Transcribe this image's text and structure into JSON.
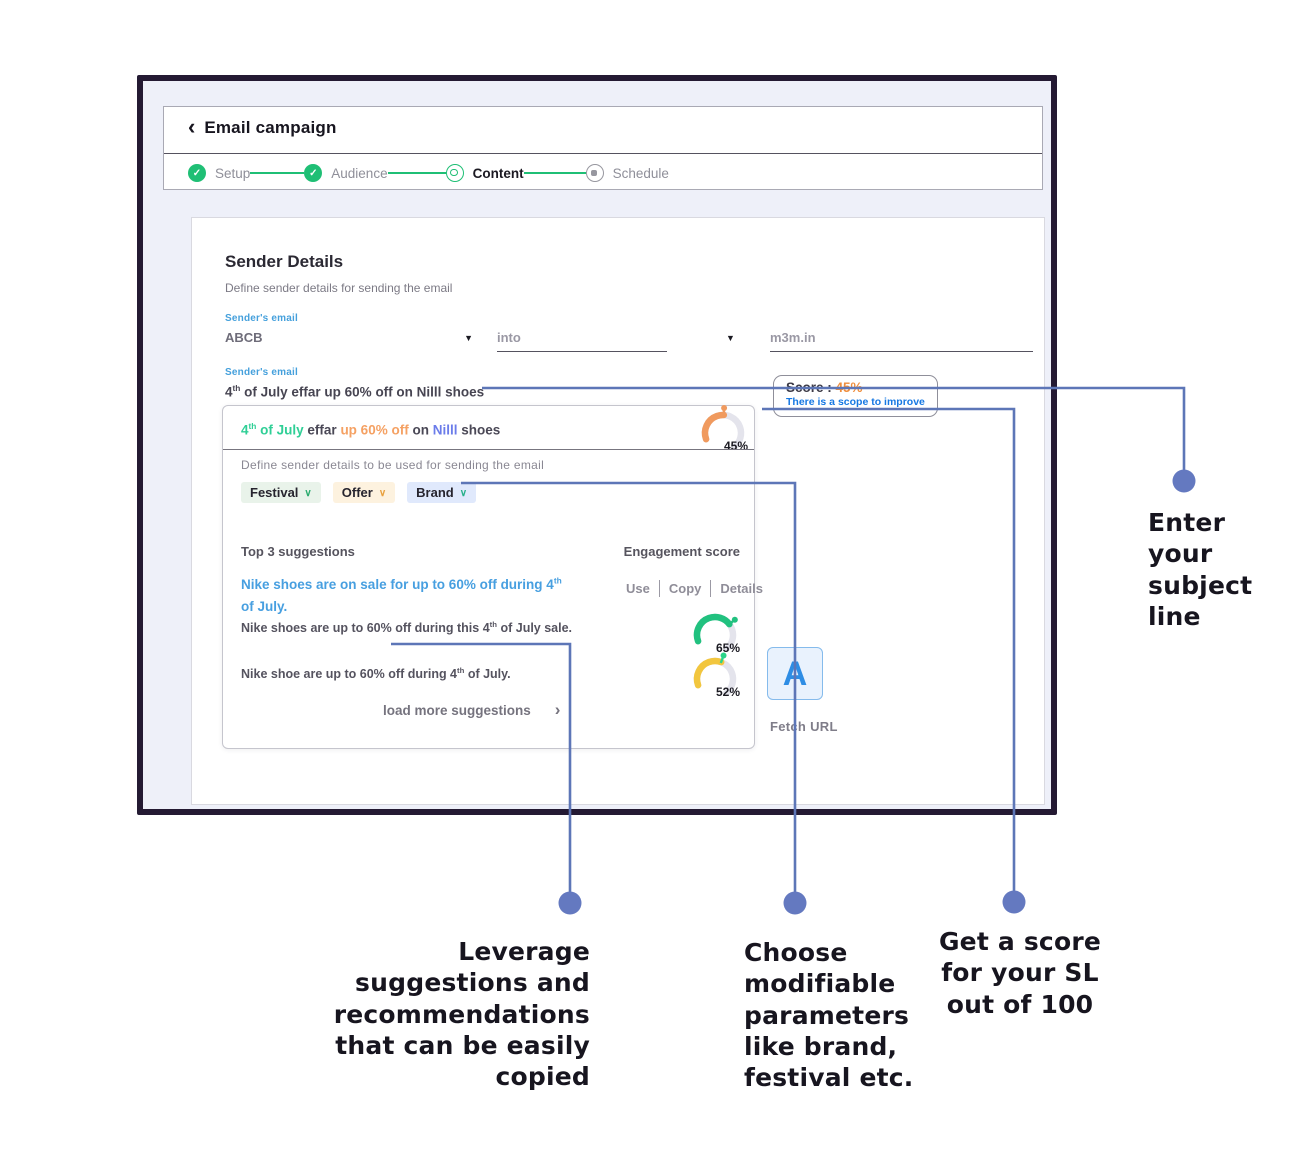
{
  "header": {
    "back_icon": "‹",
    "title": "Email campaign"
  },
  "stepper": {
    "check_glyph": "✓",
    "steps": [
      {
        "label": "Setup",
        "state": "done"
      },
      {
        "label": "Audience",
        "state": "done"
      },
      {
        "label": "Content",
        "state": "active"
      },
      {
        "label": "Schedule",
        "state": "pending"
      }
    ]
  },
  "sender": {
    "title": "Sender Details",
    "subtitle": "Define sender details for sending the email",
    "email_label": "Sender's email",
    "caret_icon": "▼",
    "name_value": "ABCB",
    "middle_value": "into",
    "domain_value": "m3m.in",
    "subject_label": "Sender's email",
    "subject_segments": [
      {
        "text": "4"
      },
      {
        "text": "th",
        "sup": true
      },
      {
        "text": " of July effar up 60% off on Nilll shoes"
      }
    ]
  },
  "score_box": {
    "label": "Score : ",
    "value": "45%",
    "note": "There is a scope to improve"
  },
  "card": {
    "subject_segments": [
      {
        "text": "4",
        "color": "#2fcf96"
      },
      {
        "text": "th",
        "sup": true,
        "color": "#2fcf96"
      },
      {
        "text": " of July",
        "color": "#2fcf96"
      },
      {
        "text": " effar",
        "color": "#4a4856"
      },
      {
        "text": " up 60% off",
        "color": "#f5a163"
      },
      {
        "text": " on",
        "color": "#4a4856"
      },
      {
        "text": " Nilll",
        "color": "#6b7cea"
      },
      {
        "text": " shoes",
        "color": "#4a4856"
      }
    ],
    "gauge": {
      "percent": 45,
      "label": "45%",
      "color": "#f09a5e",
      "needle": "#f09a5e"
    },
    "description": "Define sender details to be used for sending the email",
    "chevron_glyph": "∨",
    "tags": [
      {
        "label": "Festival",
        "bg": "#e9f3ea",
        "chevron": "#2bab6f"
      },
      {
        "label": "Offer",
        "bg": "#fdf2df",
        "chevron": "#e8a13f"
      },
      {
        "label": "Brand",
        "bg": "#e0e9fc",
        "chevron": "#28b08a"
      }
    ],
    "suggestions_header": "Top 3 suggestions",
    "engagement_header": "Engagement score",
    "suggestions": [
      {
        "segments": [
          {
            "text": "Nike shoes are on sale for up to 60% off during 4"
          },
          {
            "text": "th",
            "sup": true
          },
          {
            "text": " of July."
          }
        ],
        "actions": [
          "Use",
          "Copy",
          "Details"
        ]
      },
      {
        "segments": [
          {
            "text": "Nike shoes are up to 60% off during this 4"
          },
          {
            "text": "th",
            "sup": true
          },
          {
            "text": " of July sale."
          }
        ],
        "gauge": {
          "percent": 65,
          "label": "65%",
          "color": "#21c17f",
          "needle": "#21c17f"
        }
      },
      {
        "segments": [
          {
            "text": "Nike shoe are up to 60% off during 4"
          },
          {
            "text": "th",
            "sup": true
          },
          {
            "text": " of July."
          }
        ],
        "gauge": {
          "percent": 52,
          "label": "52%",
          "color": "#f2c63e",
          "needle": "#2bd489"
        }
      }
    ],
    "load_more": "load more suggestions",
    "load_more_icon": "›"
  },
  "fetch_url": {
    "letter": "A",
    "label": "Fetch URL"
  },
  "annotations": {
    "subject": "Enter\nyour\nsubject\nline",
    "leverage": "Leverage\nsuggestions and\nrecommendations\nthat can be easily copied",
    "choose": "Choose\nmodifiable\nparameters\nlike brand,\nfestival etc.",
    "score": "Get a score\nfor your SL\nout of 100"
  },
  "colors": {
    "connector": "#5d76b7",
    "dot": "#6479c0",
    "green": "#1fbf75",
    "score_orange": "#ef8e3d",
    "note_blue": "#1678e3",
    "suggestion_blue": "#479fe0"
  }
}
